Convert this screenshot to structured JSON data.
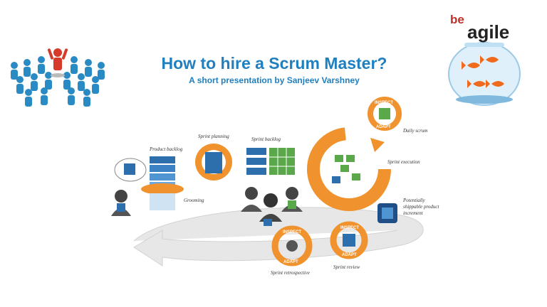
{
  "slide": {
    "title": "How to hire a Scrum Master?",
    "subtitle": "A short presentation by Sanjeev Varshney"
  },
  "logo": {
    "be": "be",
    "agile": "agile"
  },
  "diagram": {
    "labels": {
      "product_backlog": "Product backlog",
      "sprint_planning": "Sprint planning",
      "sprint_backlog": "Sprint backlog",
      "grooming": "Grooming",
      "daily_scrum": "Daily scrum",
      "sprint_execution": "Sprint execution",
      "increment_1": "Potentially",
      "increment_2": "shippable product",
      "increment_3": "increment",
      "sprint_retrospective": "Sprint retrospective",
      "sprint_review": "Sprint review",
      "inspect": "INSPECT",
      "adapt": "ADAPT"
    }
  },
  "colors": {
    "title": "#1f7fbf",
    "orange": "#f0922e",
    "blue": "#1f6fae",
    "green": "#5aa84a"
  },
  "icons": [
    "people-crowd-icon",
    "fishbowl-logo-icon",
    "scrum-cycle-diagram"
  ]
}
